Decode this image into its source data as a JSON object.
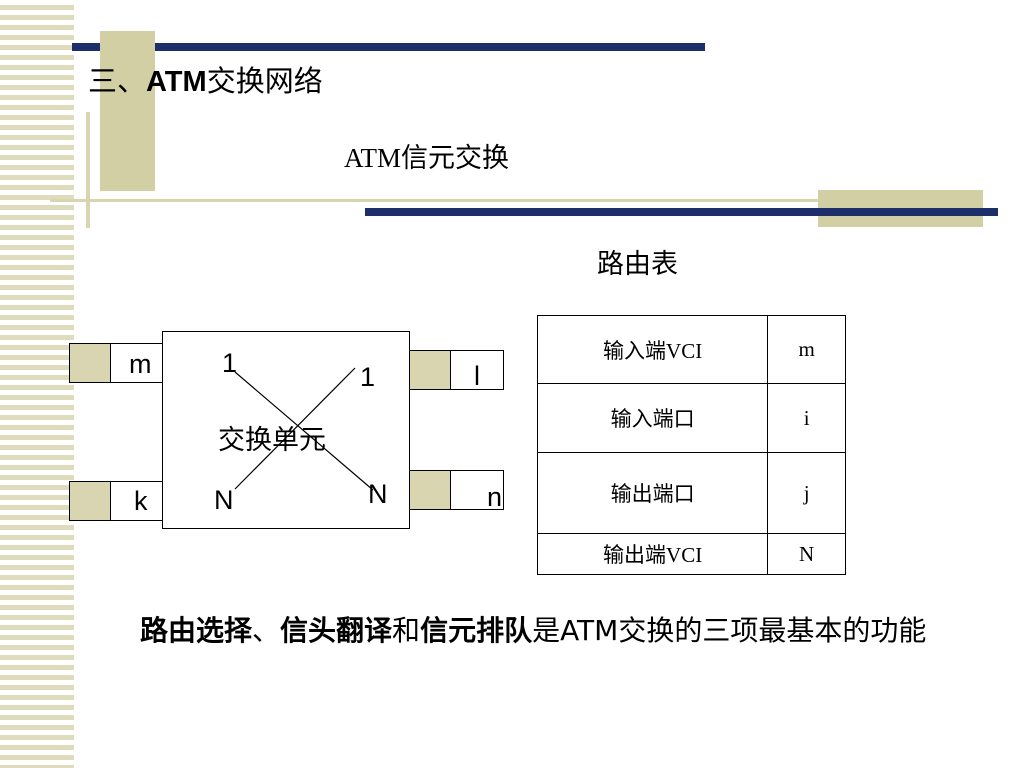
{
  "title": {
    "prefix": "三、",
    "bold": "ATM",
    "suffix": "交换网络"
  },
  "subtitle": "ATM信元交换",
  "table_caption": "路由表",
  "routing_table": [
    {
      "field": "输入端VCI",
      "value": "m"
    },
    {
      "field": "输入端口",
      "value": "i"
    },
    {
      "field": "输出端口",
      "value": "j"
    },
    {
      "field": "输出端VCI",
      "value": "N"
    }
  ],
  "diagram": {
    "switch_label": "交换单元",
    "input_top_cell": "m",
    "input_bottom_cell": "k",
    "output_top_cell": "l",
    "output_bottom_cell": "n",
    "in_port_top": "1",
    "in_port_bottom": "N",
    "out_port_top": "1",
    "out_port_bottom": "N"
  },
  "summary": {
    "p1": "路由选择",
    "sep": "、",
    "p2": "信头翻译",
    "and": "和",
    "p3": "信元排队",
    "rest": "是ATM交换的三项最基本的功能"
  }
}
